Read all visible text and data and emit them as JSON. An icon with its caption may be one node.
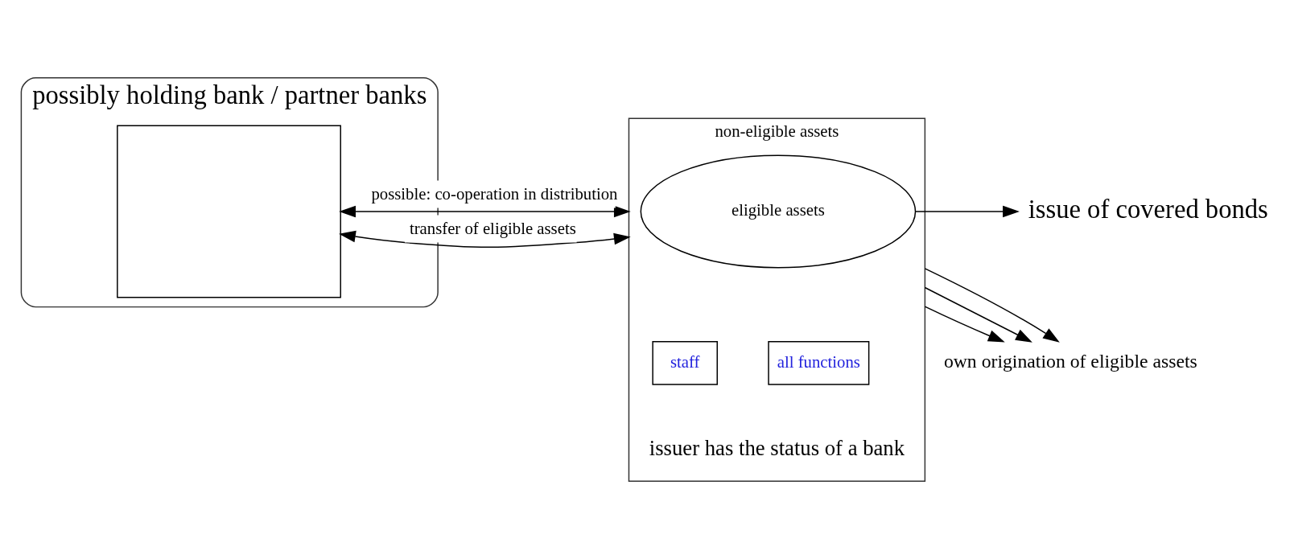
{
  "diagram": {
    "nodes": [
      {
        "text": [
          "possibly holding bank / partner banks"
        ]
      },
      {
        "text": [],
        "shape": "box",
        "in": 0
      },
      {
        "text": [
          "non-eligible assets"
        ],
        "beside": [
          "issuer has the status of a bank"
        ]
      },
      {
        "text": [
          "eligible assets"
        ],
        "in": 2
      },
      {
        "text": [
          "staff"
        ],
        "in": 2
      },
      {
        "text": [
          "all functions"
        ],
        "in": 2
      },
      {
        "text": [
          "issue of covered bonds"
        ]
      },
      {
        "text": [
          "own origination of eligible assets"
        ]
      }
    ],
    "edges": [
      {
        "from": 1,
        "to": 2,
        "arrow": "both",
        "label": "transfer of eligible assets"
      },
      {
        "from": 1,
        "to": 2,
        "arrow": "both",
        "label": "possible: co-operation in distribution"
      },
      {
        "from": 3,
        "to": 6,
        "arrow": "to"
      },
      {
        "from": 2,
        "to": 7,
        "arrow": "to"
      },
      {
        "from": 2,
        "to": 7,
        "arrow": "to"
      },
      {
        "from": 2,
        "to": 7,
        "arrow": "to"
      }
    ]
  }
}
